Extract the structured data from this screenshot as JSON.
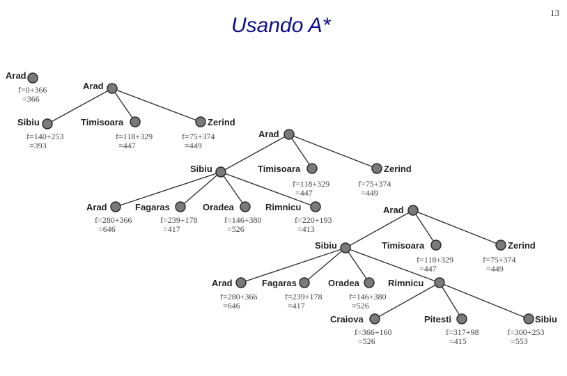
{
  "title": "Usando A*",
  "page_number": "13",
  "colors": {
    "node_fill": "#7a7a7a",
    "node_stroke": "#2b2b2b",
    "edge": "#333333",
    "title": "#0d0d8c"
  },
  "stage1": {
    "root": {
      "label": "Arad",
      "f1": "f=0+366",
      "f2": "=366"
    }
  },
  "stage2": {
    "root": {
      "label": "Arad"
    },
    "children": [
      {
        "label": "Sibiu",
        "f1": "f=140+253",
        "f2": "=393"
      },
      {
        "label": "Timisoara",
        "f1": "f=118+329",
        "f2": "=447"
      },
      {
        "label": "Zerind",
        "f1": "f=75+374",
        "f2": "=449"
      }
    ]
  },
  "stage3": {
    "root": {
      "label": "Arad"
    },
    "children": [
      {
        "label": "Sibiu"
      },
      {
        "label": "Timisoara",
        "f1": "f=118+329",
        "f2": "=447"
      },
      {
        "label": "Zerind",
        "f1": "f=75+374",
        "f2": "=449"
      }
    ],
    "sibiu_children": [
      {
        "label": "Arad",
        "f1": "f=280+366",
        "f2": "=646"
      },
      {
        "label": "Fagaras",
        "f1": "f=239+178",
        "f2": "=417"
      },
      {
        "label": "Oradea",
        "f1": "f=146+380",
        "f2": "=526"
      },
      {
        "label": "Rimnicu",
        "f1": "f=220+193",
        "f2": "=413"
      }
    ]
  },
  "stage4": {
    "root": {
      "label": "Arad"
    },
    "children": [
      {
        "label": "Sibiu"
      },
      {
        "label": "Timisoara",
        "f1": "f=118+329",
        "f2": "=447"
      },
      {
        "label": "Zerind",
        "f1": "f=75+374",
        "f2": "=449"
      }
    ],
    "sibiu_children": [
      {
        "label": "Arad",
        "f1": "f=280+366",
        "f2": "=646"
      },
      {
        "label": "Fagaras",
        "f1": "f=239+178",
        "f2": "=417"
      },
      {
        "label": "Oradea",
        "f1": "f=146+380",
        "f2": "=526"
      },
      {
        "label": "Rimnicu"
      }
    ],
    "rimnicu_children": [
      {
        "label": "Craiova",
        "f1": "f=366+160",
        "f2": "=526"
      },
      {
        "label": "Pitesti",
        "f1": "f=317+98",
        "f2": "=415"
      },
      {
        "label": "Sibiu",
        "f1": "f=300+253",
        "f2": "=553"
      }
    ]
  }
}
